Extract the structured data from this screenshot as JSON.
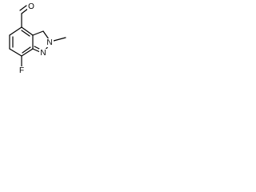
{
  "diagram_type": "chemical-structure",
  "atoms": {
    "aldehyde_oxygen": {
      "symbol": "O",
      "color": "#c8141e"
    },
    "fluorine": {
      "symbol": "F",
      "color": "#8cb400"
    },
    "ring_nitrogen_n1": {
      "symbol": "N",
      "color": "#1c1cdc"
    },
    "ring_nitrogen_n2": {
      "symbol": "N",
      "color": "#1c1cdc"
    }
  }
}
